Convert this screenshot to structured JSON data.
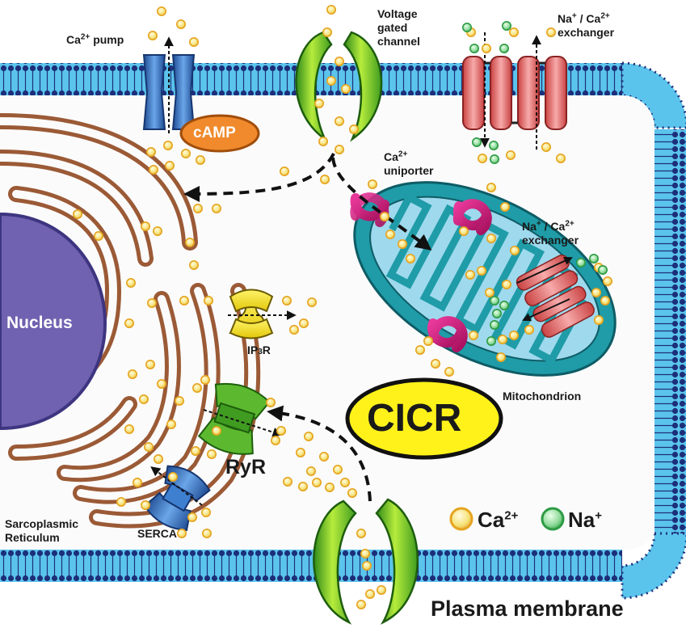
{
  "labels": {
    "ca_pump": "Ca",
    "ca_pump_charge": "2+",
    "ca_pump_suffix": " pump",
    "voltage_gated_1": "Voltage",
    "voltage_gated_2": "gated",
    "voltage_gated_3": "channel",
    "na_ca_top_na": "Na",
    "na_ca_top_na_charge": "+",
    "na_ca_top_ca": " / Ca",
    "na_ca_top_ca_charge": "2+",
    "na_ca_top_2": "exchanger",
    "camp": "cAMP",
    "ca_uniporter_ca": "Ca",
    "ca_uniporter_charge": "2+",
    "ca_uniporter_2": "uniporter",
    "na_ca_mito_na": "Na",
    "na_ca_mito_na_charge": "+",
    "na_ca_mito_ca": " / Ca",
    "na_ca_mito_ca_charge": "2+",
    "na_ca_mito_2": "exchanger",
    "nucleus": "Nucleus",
    "ip3r_a": "IP",
    "ip3r_sub": "3",
    "ip3r_b": "R",
    "mitochondrion": "Mitochondrion",
    "cicr": "CICR",
    "ryr": "RyR",
    "sr_1": "Sarcoplasmic",
    "sr_2": "Reticulum",
    "serca": "SERCA",
    "plasma_membrane": "Plasma membrane"
  },
  "legend": {
    "ca_symbol": "Ca",
    "ca_charge": "2+",
    "na_symbol": "Na",
    "na_charge": "+"
  },
  "colors": {
    "membrane_blue": "#5bc4ec",
    "membrane_dark": "#1d2f7a",
    "sr_brown": "#9b5a36",
    "nucleus_purple": "#7062b0",
    "mito_teal": "#1f9ca7",
    "mito_inner": "#9fd9ee",
    "ca_yellow": "#f6e37a",
    "ca_ring": "#e6a420",
    "na_green": "#8fd99a",
    "na_ring": "#2e9b45",
    "channel_green": "#5cb82f",
    "camp_orange": "#f08a2c",
    "exchanger_red": "#e36a6a",
    "cicr_yellow": "#fff21a"
  }
}
